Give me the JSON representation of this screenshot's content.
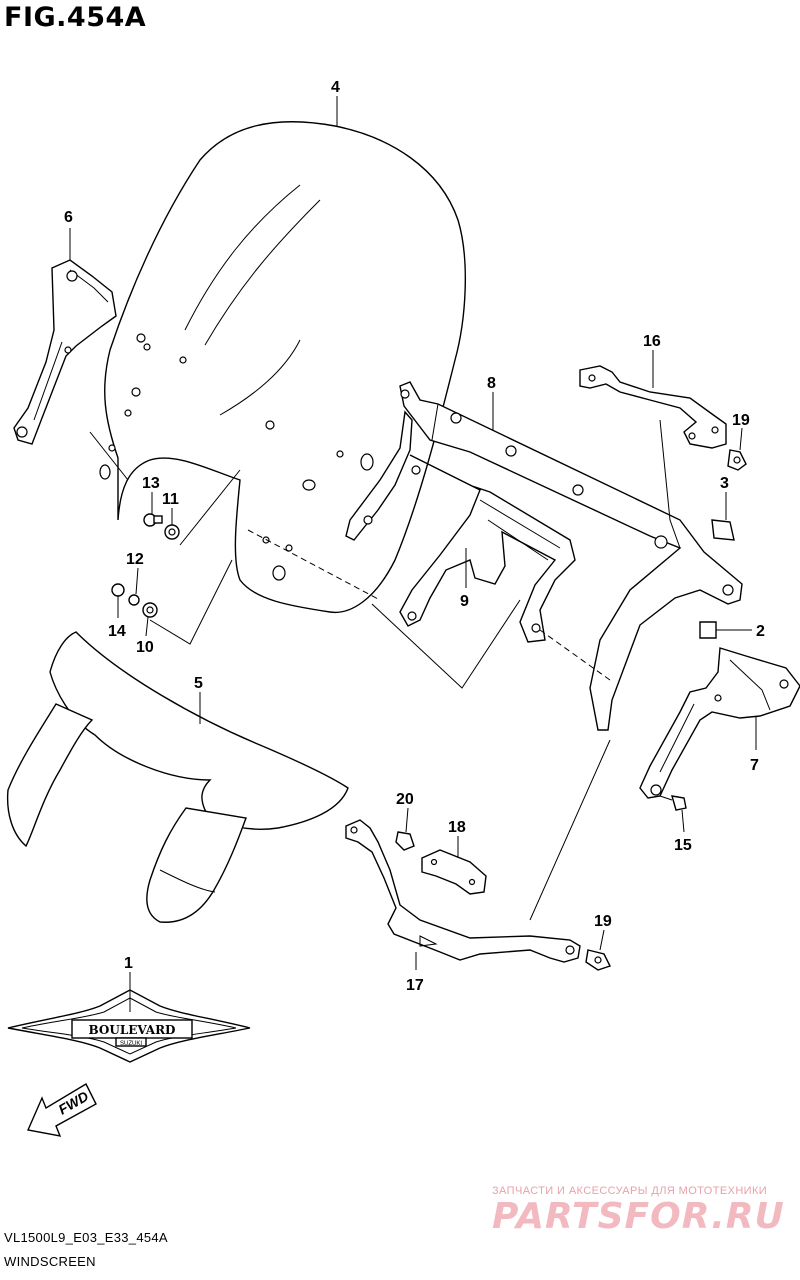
{
  "figure": {
    "title": "FIG.454A",
    "code": "VL1500L9_E03_E33_454A",
    "name": "WINDSCREEN"
  },
  "emblem": {
    "text": "BOULEVARD",
    "sub": "SUZUKI"
  },
  "fwd_label": "FWD",
  "watermark": {
    "line1": "ЗАПЧАСТИ И АКСЕССУАРЫ ДЛЯ МОТОТЕХНИКИ",
    "line2": "PARTSFOR.RU"
  },
  "callouts": {
    "c1": "1",
    "c2": "2",
    "c4": "4",
    "c5": "5",
    "c6": "6",
    "c7": "7",
    "c8": "8",
    "c9": "9",
    "c10": "10",
    "c11": "11",
    "c12": "12",
    "c13": "13",
    "c14": "14",
    "c15": "15",
    "c16": "16",
    "c17": "17",
    "c18": "18",
    "c19a": "19",
    "c19b": "19",
    "c20": "20"
  }
}
